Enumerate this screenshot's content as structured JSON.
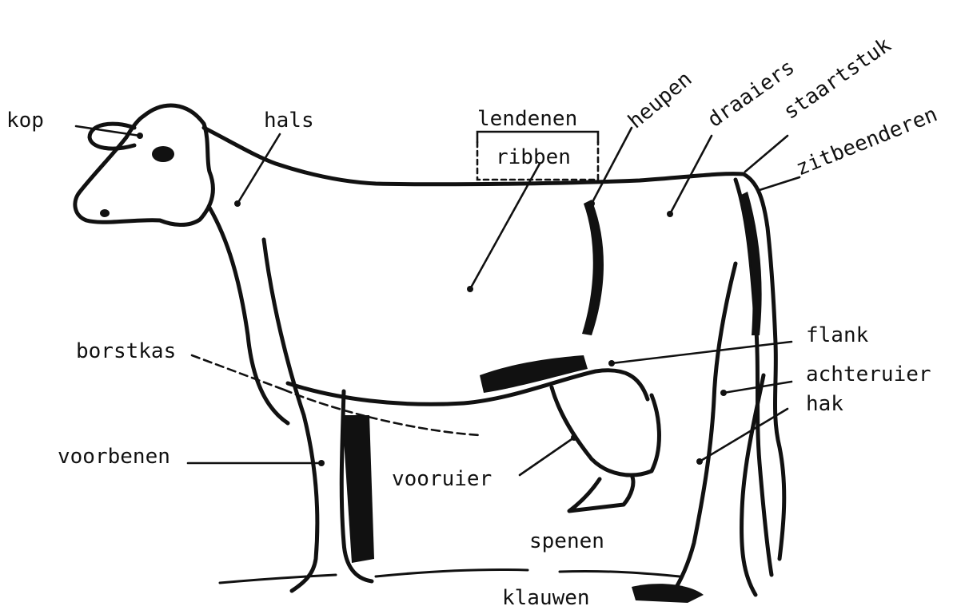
{
  "diagram": {
    "labels": {
      "kop": "kop",
      "hals": "hals",
      "lendenen": "lendenen",
      "ribben": "ribben",
      "heupen": "heupen",
      "draaiers": "draaiers",
      "staartstuk": "staartstuk",
      "zitbeenderen": "zitbeenderen",
      "borstkas": "borstkas",
      "flank": "flank",
      "achteruier": "achteruier",
      "hak": "hak",
      "voorbenen": "voorbenen",
      "vooruier": "vooruier",
      "spenen": "spenen",
      "klauwen": "klauwen"
    },
    "colors": {
      "ink": "#111111",
      "paper": "#ffffff"
    }
  }
}
